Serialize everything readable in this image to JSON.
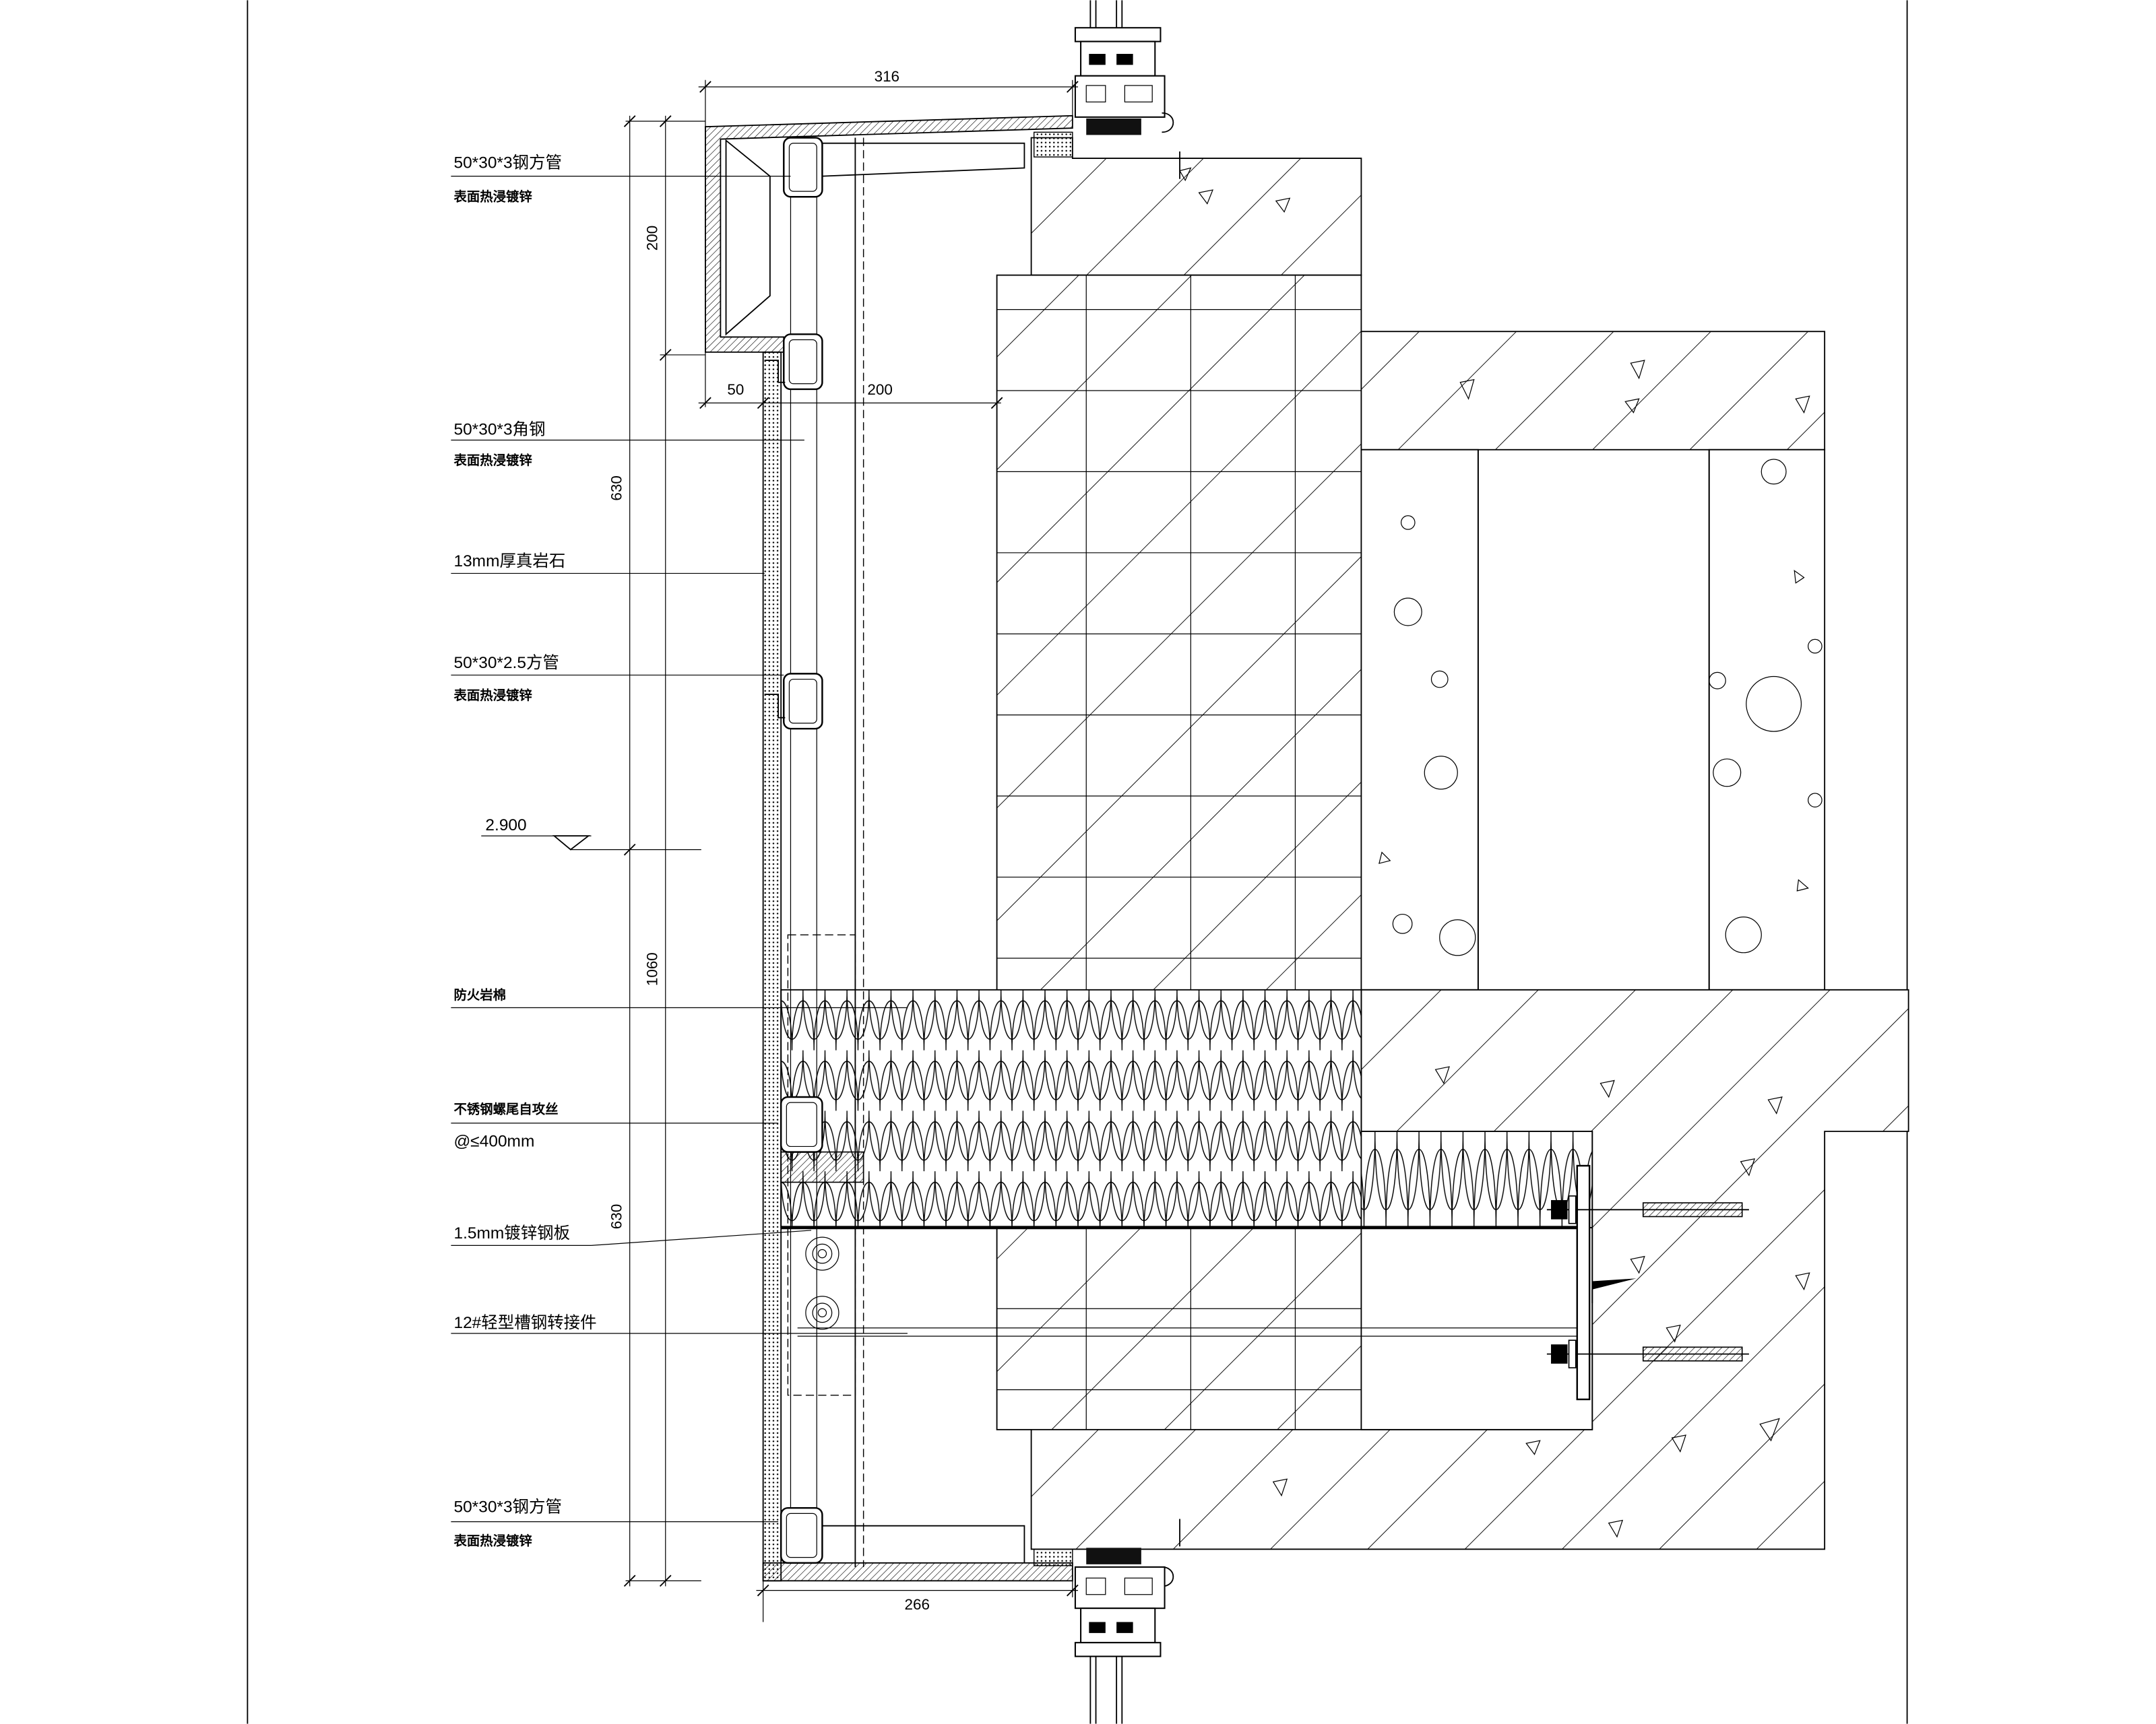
{
  "dimensions": {
    "top_width": "316",
    "top_height": "200",
    "return_width": "50",
    "cavity_width": "200",
    "upper_span": "630",
    "main_span": "1060",
    "lower_span": "630",
    "bottom_width": "266"
  },
  "elevation": {
    "level": "2.900"
  },
  "labels": {
    "top_tube": {
      "spec": "50*30*3钢方管",
      "finish": "表面热浸镀锌"
    },
    "angle": {
      "spec": "50*30*3角钢",
      "finish": "表面热浸镀锌"
    },
    "stone": {
      "spec": "13mm厚真岩石"
    },
    "mid_tube": {
      "spec": "50*30*2.5方管",
      "finish": "表面热浸镀锌"
    },
    "insulation": {
      "spec": "防火岩棉"
    },
    "screw": {
      "spec": "不锈钢螺尾自攻丝",
      "spacing": "@≤400mm"
    },
    "plate": {
      "spec": "1.5mm镀锌钢板"
    },
    "channel": {
      "spec": "12#轻型槽钢转接件"
    },
    "bottom_tube": {
      "spec": "50*30*3钢方管",
      "finish": "表面热浸镀锌"
    }
  },
  "colors": {
    "line": "#000000",
    "background": "#ffffff"
  }
}
